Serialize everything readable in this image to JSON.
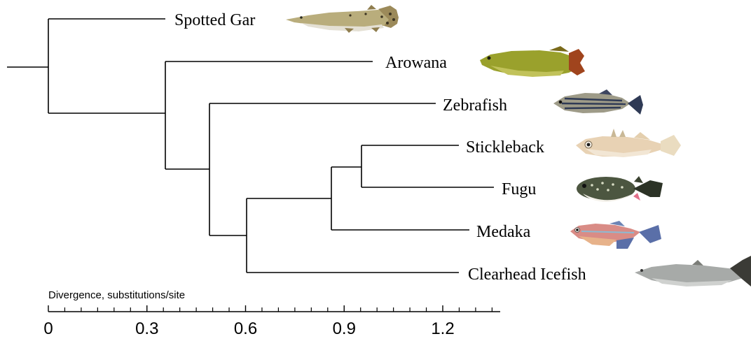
{
  "taxa": {
    "spotted_gar": "Spotted Gar",
    "arowana": "Arowana",
    "zebrafish": "Zebrafish",
    "stickleback": "Stickleback",
    "fugu": "Fugu",
    "medaka": "Medaka",
    "clearhead_icefish": "Clearhead Icefish"
  },
  "axis": {
    "title": "Divergence, substitutions/site",
    "ticks": [
      "0",
      "0.3",
      "0.6",
      "0.9",
      "1.2"
    ]
  },
  "icons": [
    "spotted-gar-icon",
    "arowana-icon",
    "zebrafish-icon",
    "stickleback-icon",
    "fugu-icon",
    "medaka-icon",
    "icefish-icon"
  ],
  "colors": {
    "line": "#000000",
    "gar": "#b9ad7c",
    "arowana": "#9aa12c",
    "zebrafish": "#2f3a55",
    "stickleback": "#e8d2b4",
    "fugu": "#4c5640",
    "medaka": "#d98c86",
    "icefish": "#a7aaa8"
  }
}
